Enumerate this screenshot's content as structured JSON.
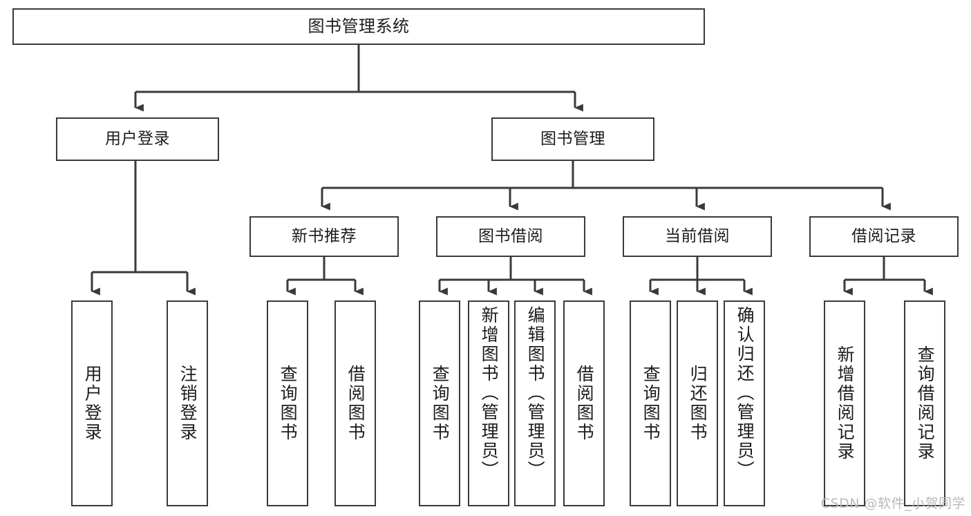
{
  "diagram": {
    "title": "图书管理系统",
    "type": "功能结构图",
    "watermark": "CSDN @软件_小贺同学",
    "line_color": "#3a3a3a",
    "box_fill": "#ffffff",
    "text_color": "#1c1c1c"
  },
  "nodes": {
    "root": {
      "label": "图书管理系统"
    },
    "level2": [
      {
        "id": "user-login",
        "label": "用户登录"
      },
      {
        "id": "book-manage",
        "label": "图书管理"
      }
    ],
    "level3": [
      {
        "id": "new-book-recommend",
        "label": "新书推荐"
      },
      {
        "id": "book-borrow",
        "label": "图书借阅"
      },
      {
        "id": "current-borrow",
        "label": "当前借阅"
      },
      {
        "id": "borrow-record",
        "label": "借阅记录"
      }
    ],
    "leaves": {
      "user_login": [
        {
          "id": "leaf-user-login",
          "label": "用户登录"
        },
        {
          "id": "leaf-logout",
          "label": "注销登录"
        }
      ],
      "new_book_recommend": [
        {
          "id": "leaf-query-book-1",
          "label": "查询图书"
        },
        {
          "id": "leaf-borrow-book-1",
          "label": "借阅图书"
        }
      ],
      "book_borrow": [
        {
          "id": "leaf-query-book-2",
          "label": "查询图书"
        },
        {
          "id": "leaf-add-book",
          "label": "新增图书（管理员）"
        },
        {
          "id": "leaf-edit-book",
          "label": "编辑图书（管理员）"
        },
        {
          "id": "leaf-borrow-book-2",
          "label": "借阅图书"
        }
      ],
      "current_borrow": [
        {
          "id": "leaf-query-book-3",
          "label": "查询图书"
        },
        {
          "id": "leaf-return-book",
          "label": "归还图书"
        },
        {
          "id": "leaf-confirm-return",
          "label": "确认归还（管理员）"
        }
      ],
      "borrow_record": [
        {
          "id": "leaf-add-record",
          "label": "新增借阅记录"
        },
        {
          "id": "leaf-query-record",
          "label": "查询借阅记录"
        }
      ]
    }
  }
}
